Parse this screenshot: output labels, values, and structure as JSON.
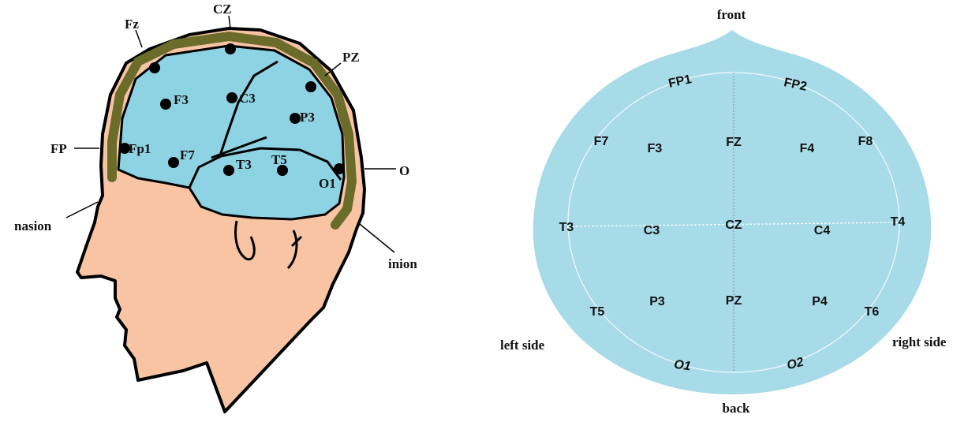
{
  "colors": {
    "skin": "#f8c4a4",
    "brain": "#8ed3e3",
    "skull_band": "#6b6b2a",
    "scalp_top": "#a8dbe8",
    "outline": "#000000"
  },
  "side_view": {
    "head_labels": {
      "fz": "Fz",
      "cz": "CZ",
      "pz": "PZ",
      "fp": "FP",
      "o": "O",
      "nasion": "nasion",
      "inion": "inion"
    },
    "electrodes": {
      "f3": "F3",
      "c3": "C3",
      "p3": "P3",
      "fp1": "Fp1",
      "f7": "F7",
      "t3": "T3",
      "t5": "T5",
      "o1": "O1"
    }
  },
  "top_view": {
    "directions": {
      "front": "front",
      "back": "back",
      "left": "left side",
      "right": "right side"
    },
    "electrodes": {
      "fp1": "FP1",
      "fp2": "FP2",
      "f7": "F7",
      "f3": "F3",
      "fz": "FZ",
      "f4": "F4",
      "f8": "F8",
      "t3": "T3",
      "c3": "C3",
      "cz": "CZ",
      "c4": "C4",
      "t4": "T4",
      "t5": "T5",
      "p3": "P3",
      "pz": "PZ",
      "p4": "P4",
      "t6": "T6",
      "o1": "O1",
      "o2": "O2"
    }
  }
}
